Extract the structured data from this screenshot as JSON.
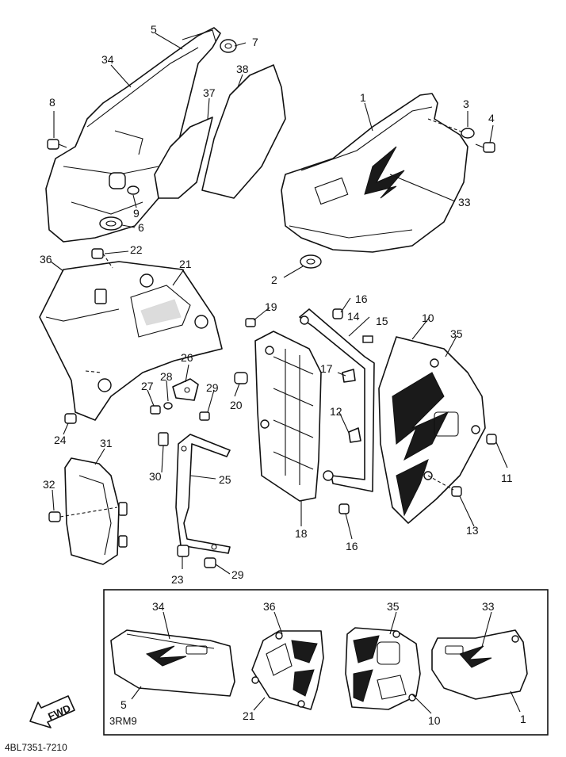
{
  "callouts": {
    "c1": "1",
    "c2": "2",
    "c3": "3",
    "c4": "4",
    "c5": "5",
    "c6": "6",
    "c7": "7",
    "c8": "8",
    "c9": "9",
    "c10": "10",
    "c11": "11",
    "c12": "12",
    "c13": "13",
    "c14": "14",
    "c15": "15",
    "c16a": "16",
    "c16b": "16",
    "c17": "17",
    "c18": "18",
    "c19": "19",
    "c20": "20",
    "c21": "21",
    "c22": "22",
    "c23": "23",
    "c24": "24",
    "c25": "25",
    "c26": "26",
    "c27": "27",
    "c28": "28",
    "c29a": "29",
    "c29b": "29",
    "c30": "30",
    "c31": "31",
    "c32": "32",
    "c33": "33",
    "c34": "34",
    "c35": "35",
    "c36": "36",
    "c37": "37",
    "c38": "38"
  },
  "inset": {
    "c34": "34",
    "c36": "36",
    "c35": "35",
    "c33": "33",
    "c5": "5",
    "c21": "21",
    "c10": "10",
    "c1": "1",
    "model": "3RM9"
  },
  "fwd_label": "FWD",
  "diagram_code": "4BL7351-7210"
}
